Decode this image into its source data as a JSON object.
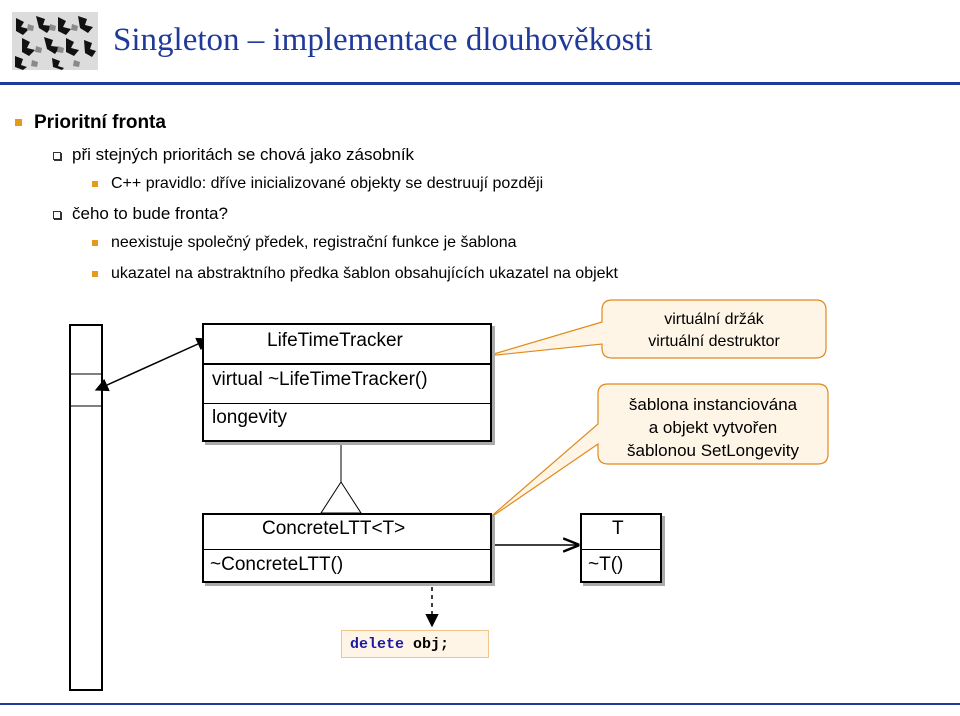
{
  "slide": {
    "title": "Singleton – implementace dlouhověkosti"
  },
  "bullets": {
    "l1": "Prioritní fronta",
    "b1": "při stejných prioritách se chová jako zásobník",
    "b1a": "C++ pravidlo: dříve inicializované objekty se destruují později",
    "b2": "čeho to bude fronta?",
    "b2a": "neexistuje společný předek, registrační funkce je šablona",
    "b2b": "ukazatel na abstraktního předka šablon obsahujících ukazatel na objekt"
  },
  "diagram": {
    "lifetime": {
      "name": "LifeTimeTracker",
      "method": "virtual ~LifeTimeTracker()",
      "field": "longevity"
    },
    "concrete": {
      "name": "ConcreteLTT<T>",
      "method": "~ConcreteLTT()"
    },
    "t_class": {
      "name": "T",
      "method": "~T()"
    },
    "callout1": {
      "line1": "virtuální držák",
      "line2": "virtuální destruktor"
    },
    "callout2": {
      "line1": "šablona instanciována",
      "line2": "a objekt vytvořen",
      "line3": "šablonou SetLongevity"
    },
    "code": {
      "keyword": "delete",
      "rest": " obj;"
    }
  },
  "colors": {
    "title": "#1f3a9a",
    "bullet_square": "#e69a1c",
    "callout_fill": "#fff5e6",
    "callout_border": "#e08a1e"
  }
}
